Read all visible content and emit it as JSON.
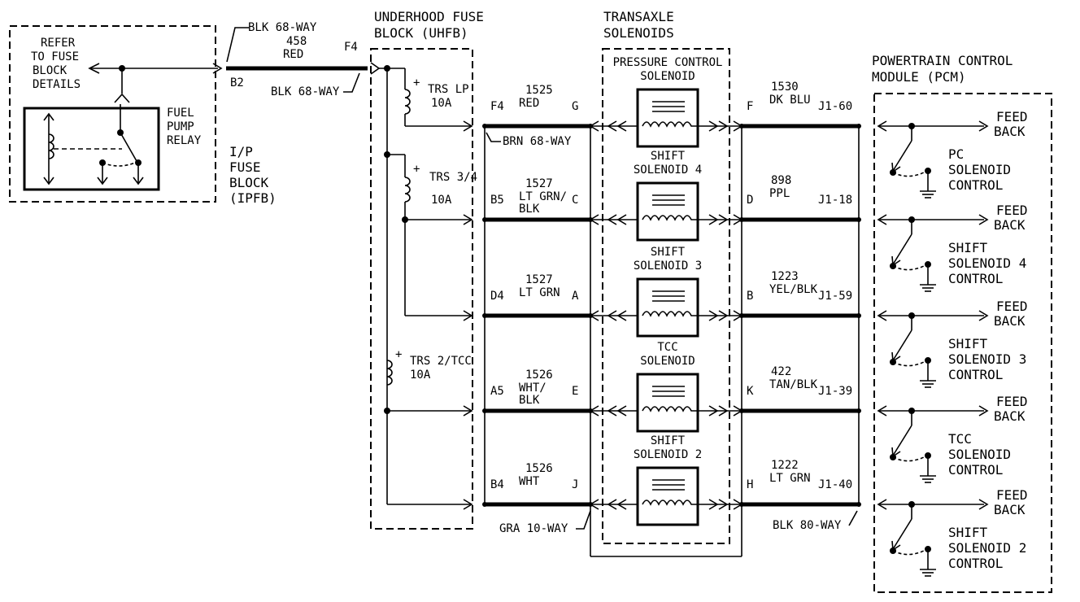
{
  "ipfb": {
    "title": [
      "I/P",
      "FUSE",
      "BLOCK",
      "(IPFB)"
    ],
    "refer_note": [
      "REFER",
      "TO FUSE",
      "BLOCK",
      "DETAILS"
    ],
    "relay_label": [
      "FUEL",
      "PUMP",
      "RELAY"
    ]
  },
  "feed": {
    "connector_top": "BLK 68-WAY",
    "circuit": "458",
    "color": "RED",
    "pin_left": "B2",
    "pin_right": "F4",
    "connector_bottom": "BLK 68-WAY"
  },
  "uhfb": {
    "title": [
      "UNDERHOOD FUSE",
      "BLOCK (UHFB)"
    ],
    "fuses": [
      {
        "name": "TRS LP",
        "rating": "10A"
      },
      {
        "name": "TRS 3/4",
        "rating": "10A"
      },
      {
        "name": "TRS 2/TCC",
        "rating": "10A"
      }
    ]
  },
  "transaxle": {
    "title": [
      "TRANSAXLE",
      "SOLENOIDS"
    ]
  },
  "pcm": {
    "title": [
      "POWERTRAIN CONTROL",
      "MODULE (PCM)"
    ]
  },
  "rows": [
    {
      "pin_in": "F4",
      "circuit_in": "1525",
      "color_in": [
        "RED"
      ],
      "pin_sol_in": "G",
      "solenoid": [
        "PRESSURE CONTROL",
        "SOLENOID"
      ],
      "pin_sol_out": "F",
      "circuit_out": "1530",
      "color_out": "DK BLU",
      "pcm_pin": "J1-60",
      "feedback": [
        "FEED",
        "BACK"
      ],
      "control": [
        "PC",
        "SOLENOID",
        "CONTROL"
      ]
    },
    {
      "pin_in": "B5",
      "circuit_in": "1527",
      "color_in": [
        "LT GRN/",
        "BLK"
      ],
      "pin_sol_in": "C",
      "solenoid": [
        "SHIFT",
        "SOLENOID 4"
      ],
      "pin_sol_out": "D",
      "circuit_out": "898",
      "color_out": "PPL",
      "pcm_pin": "J1-18",
      "feedback": [
        "FEED",
        "BACK"
      ],
      "control": [
        "SHIFT",
        "SOLENOID 4",
        "CONTROL"
      ]
    },
    {
      "pin_in": "D4",
      "circuit_in": "1527",
      "color_in": [
        "LT GRN"
      ],
      "pin_sol_in": "A",
      "solenoid": [
        "SHIFT",
        "SOLENOID 3"
      ],
      "pin_sol_out": "B",
      "circuit_out": "1223",
      "color_out": "YEL/BLK",
      "pcm_pin": "J1-59",
      "feedback": [
        "FEED",
        "BACK"
      ],
      "control": [
        "SHIFT",
        "SOLENOID 3",
        "CONTROL"
      ]
    },
    {
      "pin_in": "A5",
      "circuit_in": "1526",
      "color_in": [
        "WHT/",
        "BLK"
      ],
      "pin_sol_in": "E",
      "solenoid": [
        "TCC",
        "SOLENOID"
      ],
      "pin_sol_out": "K",
      "circuit_out": "422",
      "color_out": "TAN/BLK",
      "pcm_pin": "J1-39",
      "feedback": [
        "FEED",
        "BACK"
      ],
      "control": [
        "TCC",
        "SOLENOID",
        "CONTROL"
      ]
    },
    {
      "pin_in": "B4",
      "circuit_in": "1526",
      "color_in": [
        "WHT"
      ],
      "pin_sol_in": "J",
      "solenoid": [
        "SHIFT",
        "SOLENOID 2"
      ],
      "pin_sol_out": "H",
      "circuit_out": "1222",
      "color_out": "LT GRN",
      "pcm_pin": "J1-40",
      "feedback": [
        "FEED",
        "BACK"
      ],
      "control": [
        "SHIFT",
        "SOLENOID 2",
        "CONTROL"
      ]
    }
  ],
  "connectors": {
    "brn": "BRN 68-WAY",
    "gra": "GRA 10-WAY",
    "blk80": "BLK 80-WAY"
  }
}
